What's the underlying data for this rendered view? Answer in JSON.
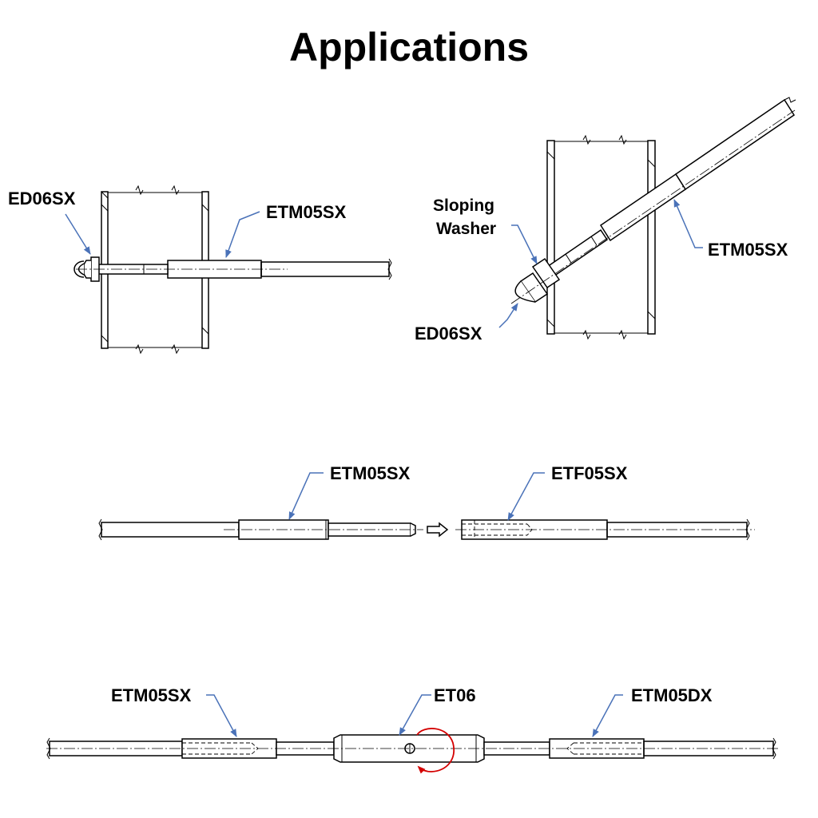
{
  "title": "Applications",
  "labels": {
    "d1_ed": "ED06SX",
    "d1_etm": "ETM05SX",
    "d2_sloping1": "Sloping",
    "d2_sloping2": "Washer",
    "d2_etm": "ETM05SX",
    "d2_ed": "ED06SX",
    "d3_etm": "ETM05SX",
    "d3_etf": "ETF05SX",
    "d4_etm_s": "ETM05SX",
    "d4_et": "ET06",
    "d4_etm_d": "ETM05DX"
  },
  "colors": {
    "leader": "#4a72b8",
    "rotation": "#d40000",
    "line": "#000000"
  }
}
